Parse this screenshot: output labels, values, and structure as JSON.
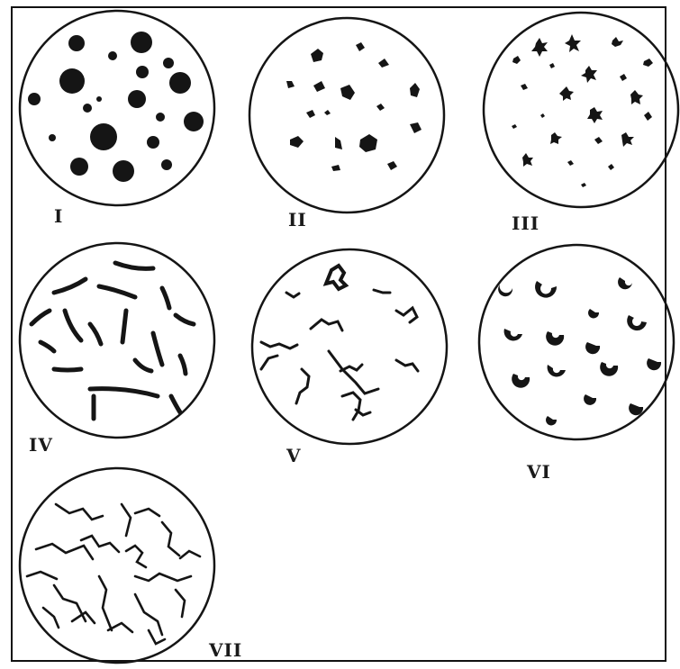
{
  "panels": [
    {
      "id": "I",
      "label": "I"
    },
    {
      "id": "II",
      "label": "II"
    },
    {
      "id": "III",
      "label": "III"
    },
    {
      "id": "IV",
      "label": "IV"
    },
    {
      "id": "V",
      "label": "V"
    },
    {
      "id": "VI",
      "label": "VI"
    },
    {
      "id": "VII",
      "label": "VII"
    }
  ],
  "colors": {
    "ink": "#111111",
    "paper": "#ffffff"
  }
}
